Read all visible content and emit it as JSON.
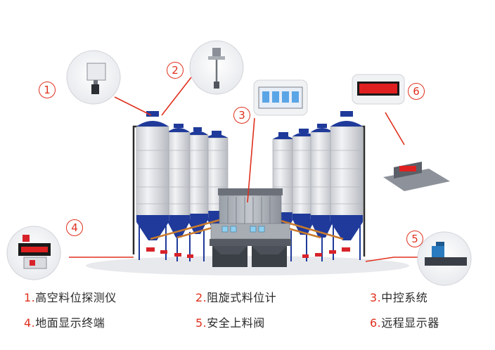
{
  "callout_numbers": [
    "1",
    "2",
    "3",
    "4",
    "5",
    "6"
  ],
  "legend": [
    {
      "num": "1.",
      "text": "高空料位探测仪"
    },
    {
      "num": "2.",
      "text": "阻旋式料位计"
    },
    {
      "num": "3.",
      "text": "中控系统"
    },
    {
      "num": "4.",
      "text": "地面显示终端"
    },
    {
      "num": "5.",
      "text": "安全上料阀"
    },
    {
      "num": "6.",
      "text": "远程显示器"
    }
  ],
  "colors": {
    "callout_red": "#e0301e",
    "silo_body": "#e4e6ea",
    "silo_cap": "#1f3a9a",
    "legend_text": "#2a2a2a",
    "led_red": "#e02020"
  },
  "icons": [
    "level-sensor-icon",
    "rotary-level-switch-icon",
    "control-panel-icon",
    "ground-terminal-icon",
    "safety-valve-icon",
    "remote-display-icon"
  ]
}
